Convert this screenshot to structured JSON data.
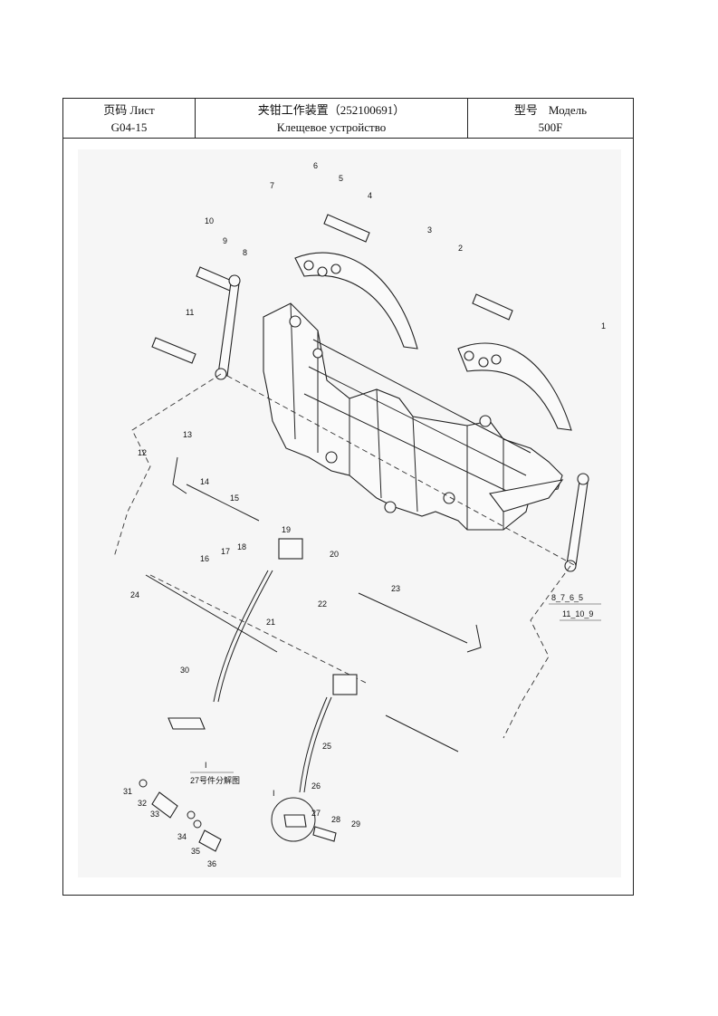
{
  "header": {
    "page_label": "页码 Лист",
    "page_code": "G04-15",
    "title_cn": "夹钳工作装置（252100691）",
    "title_ru": "Клещевое устройство",
    "model_label_cn": "型号",
    "model_label_ru": "Модель",
    "model_value": "500F"
  },
  "detail": {
    "marker": "I",
    "title": "27号件分解图"
  },
  "callouts": {
    "group_top": "8_7_6_5",
    "group_bottom": "11_10_9"
  },
  "part_numbers": [
    "1",
    "2",
    "3",
    "4",
    "5",
    "6",
    "7",
    "8",
    "9",
    "10",
    "11",
    "12",
    "13",
    "14",
    "15",
    "16",
    "17",
    "18",
    "19",
    "20",
    "21",
    "22",
    "23",
    "24",
    "25",
    "26",
    "27",
    "28",
    "29",
    "30",
    "31",
    "32",
    "33",
    "34",
    "35",
    "36"
  ]
}
